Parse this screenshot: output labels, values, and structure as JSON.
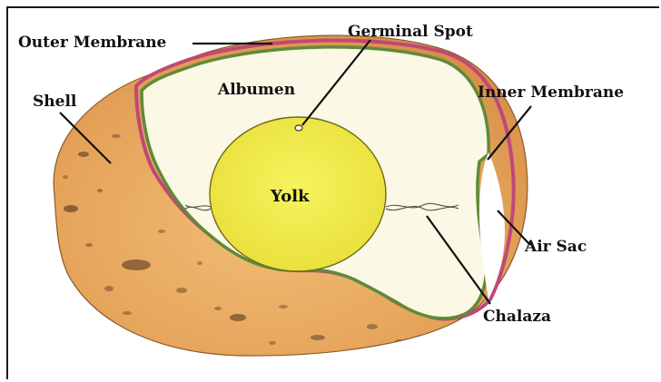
{
  "labels": {
    "outer_membrane": "Outer Membrane",
    "germinal_spot": "Germinal Spot",
    "shell": "Shell",
    "albumen": "Albumen",
    "inner_membrane": "Inner Membrane",
    "yolk": "Yolk",
    "air_sac": "Air Sac",
    "chalaza": "Chalaza"
  },
  "colors": {
    "shell": "#e8a85c",
    "shell_speckle": "#6b4a2a",
    "albumen": "#fbf8e6",
    "yolk": "#f2ec48",
    "yolk_outline": "#6e6a1a",
    "outer_membrane": "#c04878",
    "inner_membrane": "#5f8a38",
    "air_sac": "#ffffff",
    "text": "#111111"
  }
}
